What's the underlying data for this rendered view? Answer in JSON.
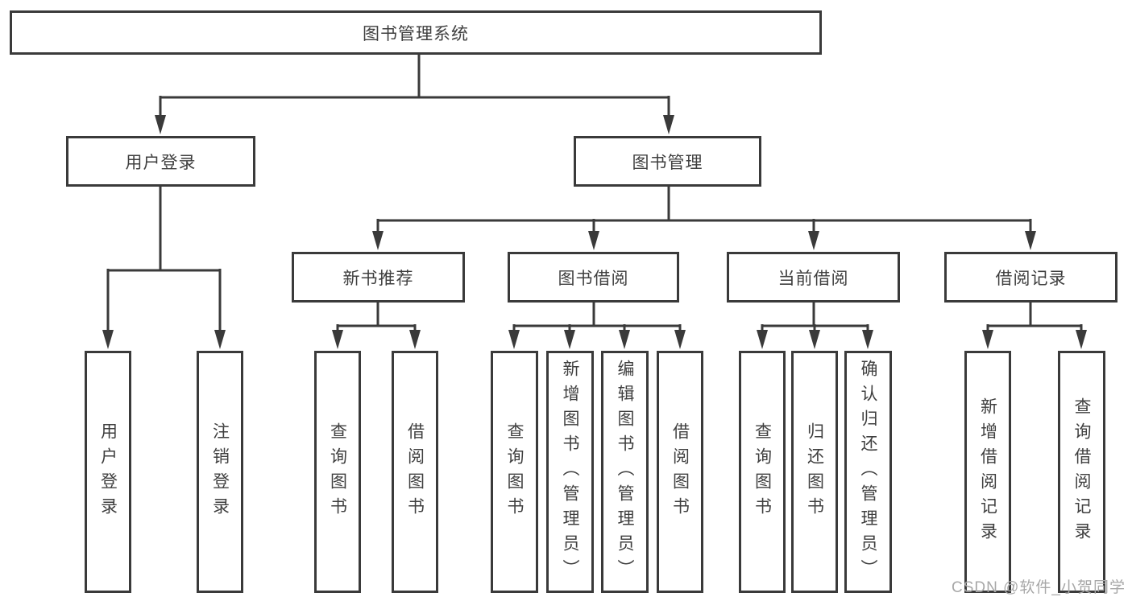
{
  "colors": {
    "line": "#3a3a3a",
    "box_border": "#3a3a3a",
    "text": "#3f3f3f",
    "watermark": "#a8a8a8",
    "background": "#ffffff"
  },
  "watermark": {
    "text": "CSDN @软件_小贺同学"
  },
  "diagram": {
    "root": {
      "label": "图书管理系统"
    },
    "level2": [
      {
        "label": "用户登录",
        "children": [
          {
            "label": "用户登录"
          },
          {
            "label": "注销登录"
          }
        ]
      },
      {
        "label": "图书管理",
        "children": [
          {
            "label": "新书推荐",
            "children": [
              {
                "label": "查询图书"
              },
              {
                "label": "借阅图书"
              }
            ]
          },
          {
            "label": "图书借阅",
            "children": [
              {
                "label": "查询图书"
              },
              {
                "label": "新增图书（管理员）"
              },
              {
                "label": "编辑图书（管理员）"
              },
              {
                "label": "借阅图书"
              }
            ]
          },
          {
            "label": "当前借阅",
            "children": [
              {
                "label": "查询图书"
              },
              {
                "label": "归还图书"
              },
              {
                "label": "确认归还（管理员）"
              }
            ]
          },
          {
            "label": "借阅记录",
            "children": [
              {
                "label": "新增借阅记录"
              },
              {
                "label": "查询借阅记录"
              }
            ]
          }
        ]
      }
    ]
  }
}
